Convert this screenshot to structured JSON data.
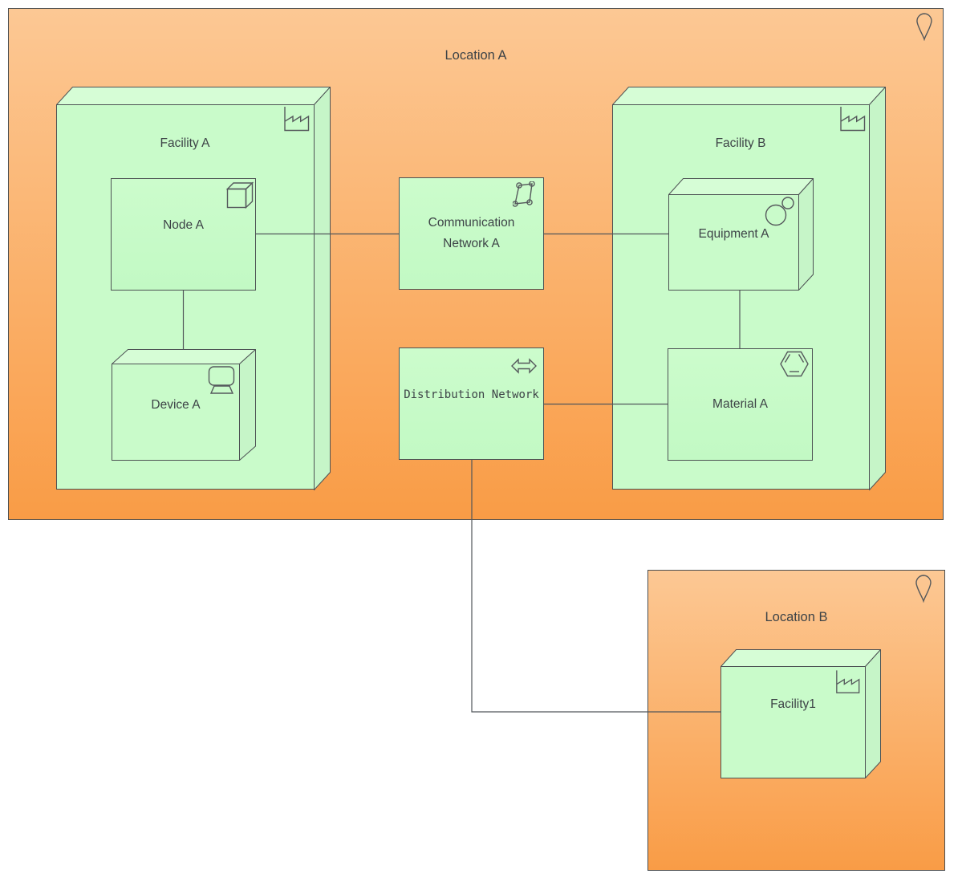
{
  "diagram": {
    "type": "archimate-physical-view",
    "background": "#ffffff"
  },
  "locations": {
    "a": {
      "label": "Location A",
      "icon": "map-pin"
    },
    "b": {
      "label": "Location B",
      "icon": "map-pin"
    }
  },
  "elements": {
    "facility_a": {
      "label": "Facility A",
      "icon": "factory",
      "shape": "box-3d",
      "container": "Location A"
    },
    "facility_b": {
      "label": "Facility B",
      "icon": "factory",
      "shape": "box-3d",
      "container": "Location A"
    },
    "facility_1": {
      "label": "Facility1",
      "icon": "factory",
      "shape": "box-3d",
      "container": "Location B"
    },
    "node_a": {
      "label": "Node A",
      "icon": "cube-3d",
      "shape": "rect",
      "container": "Facility A"
    },
    "device_a": {
      "label": "Device A",
      "icon": "terminal",
      "shape": "box-3d",
      "container": "Facility A"
    },
    "equipment_a": {
      "label": "Equipment A",
      "icon": "two-circles",
      "shape": "box-3d",
      "container": "Facility B"
    },
    "material_a": {
      "label": "Material A",
      "icon": "hexagon",
      "shape": "rect",
      "container": "Facility B"
    },
    "comm_network": {
      "label": "Communication\nNetwork A",
      "icon": "network-nodes",
      "shape": "rect",
      "container": "Location A"
    },
    "dist_network": {
      "label": "Distribution Network",
      "icon": "double-arrow",
      "shape": "rect",
      "container": "Location A"
    }
  },
  "connectors": [
    {
      "from": "Node A",
      "to": "Communication Network A"
    },
    {
      "from": "Communication Network A",
      "to": "Equipment A"
    },
    {
      "from": "Node A",
      "to": "Device A"
    },
    {
      "from": "Equipment A",
      "to": "Material A"
    },
    {
      "from": "Distribution Network",
      "to": "Material A"
    },
    {
      "from": "Distribution Network",
      "to": "Facility1"
    }
  ],
  "colors": {
    "location_fill_top": "#fcc894",
    "location_fill_bottom": "#f99c46",
    "element_fill_top": "#ccfccc",
    "element_fill_bottom": "#c2f9c4",
    "box_top_face": "#d6fdd6",
    "box_side_face": "#c6f5c8",
    "border": "#4d5254",
    "connector": "#51565a",
    "text": "#3d4347"
  }
}
